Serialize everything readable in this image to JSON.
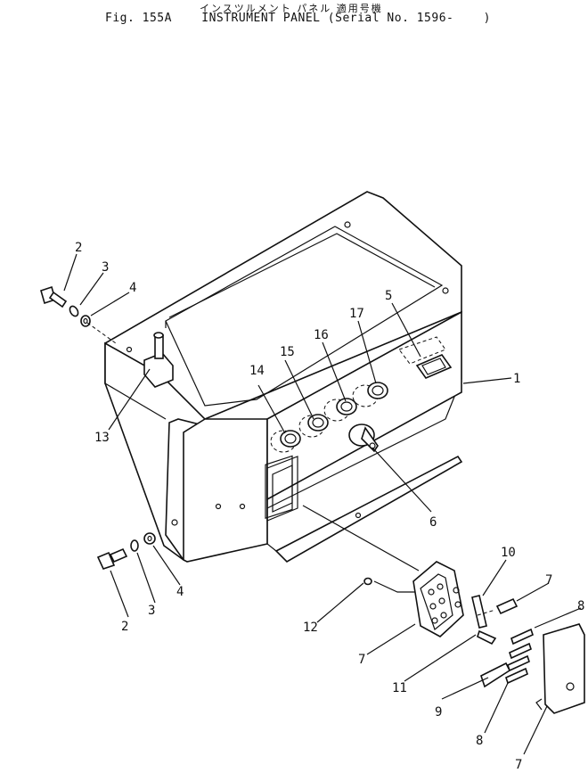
{
  "header": {
    "jp_title": "インスツルメント パネル 適用号機",
    "fig_title": "Fig. 155A    INSTRUMENT PANEL (Serial No. 1596-    )"
  },
  "callouts": [
    "1",
    "2",
    "3",
    "4",
    "5",
    "6",
    "7",
    "8",
    "9",
    "10",
    "11",
    "12",
    "13",
    "14",
    "15",
    "16",
    "17"
  ]
}
